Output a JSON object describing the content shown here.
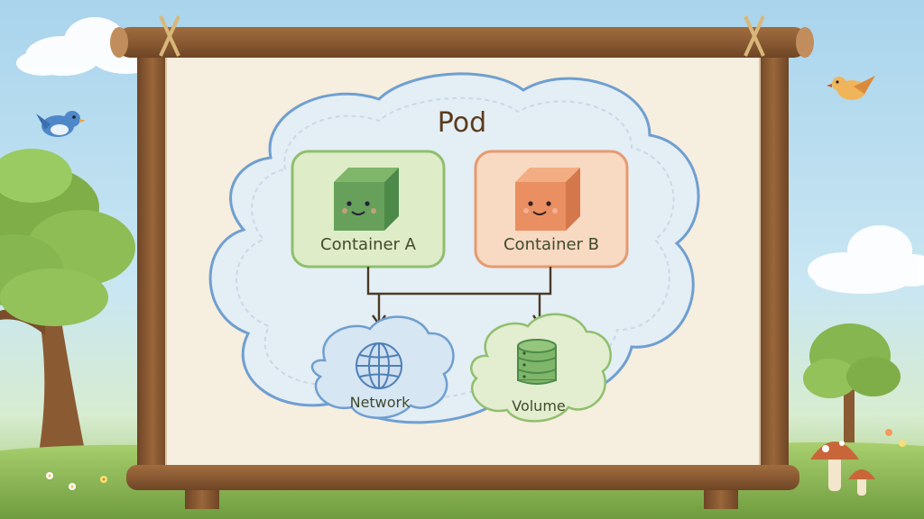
{
  "diagram": {
    "title": "Pod",
    "containers": [
      {
        "id": "a",
        "label": "Container A",
        "color": "#8fbf6d",
        "fill": "#dfecc8"
      },
      {
        "id": "b",
        "label": "Container B",
        "color": "#e69a6e",
        "fill": "#f8d9c2"
      }
    ],
    "resources": [
      {
        "id": "network",
        "label": "Network",
        "icon": "globe-icon",
        "color": "#6f9fd0"
      },
      {
        "id": "volume",
        "label": "Volume",
        "icon": "database-icon",
        "color": "#8fbf6d"
      }
    ]
  },
  "colors": {
    "sky": "#a9d4ec",
    "board": "#f6eedf",
    "wood": "#8a5a33",
    "pod_outline": "#6f9fd0",
    "arrow": "#4a3a26"
  }
}
